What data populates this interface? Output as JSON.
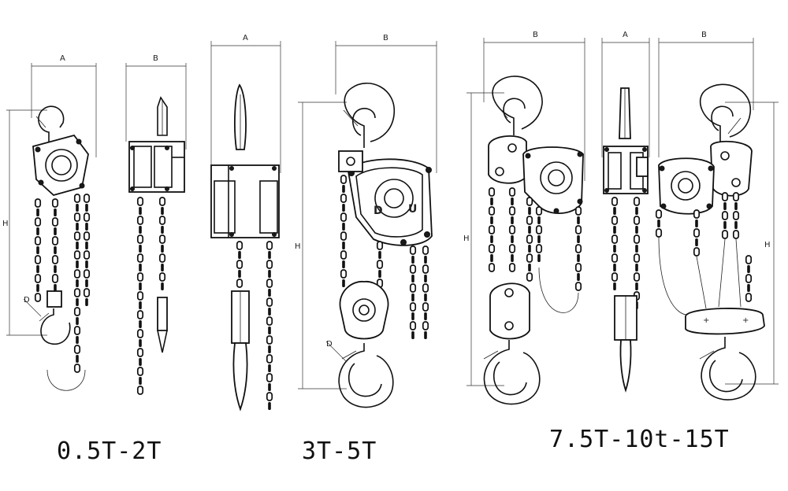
{
  "captions": [
    "0.5T-2T",
    "3T-5T",
    "7.5T-10t-15T"
  ],
  "dimension_labels": {
    "a": "A",
    "b": "B",
    "h": "H",
    "d": "D"
  }
}
